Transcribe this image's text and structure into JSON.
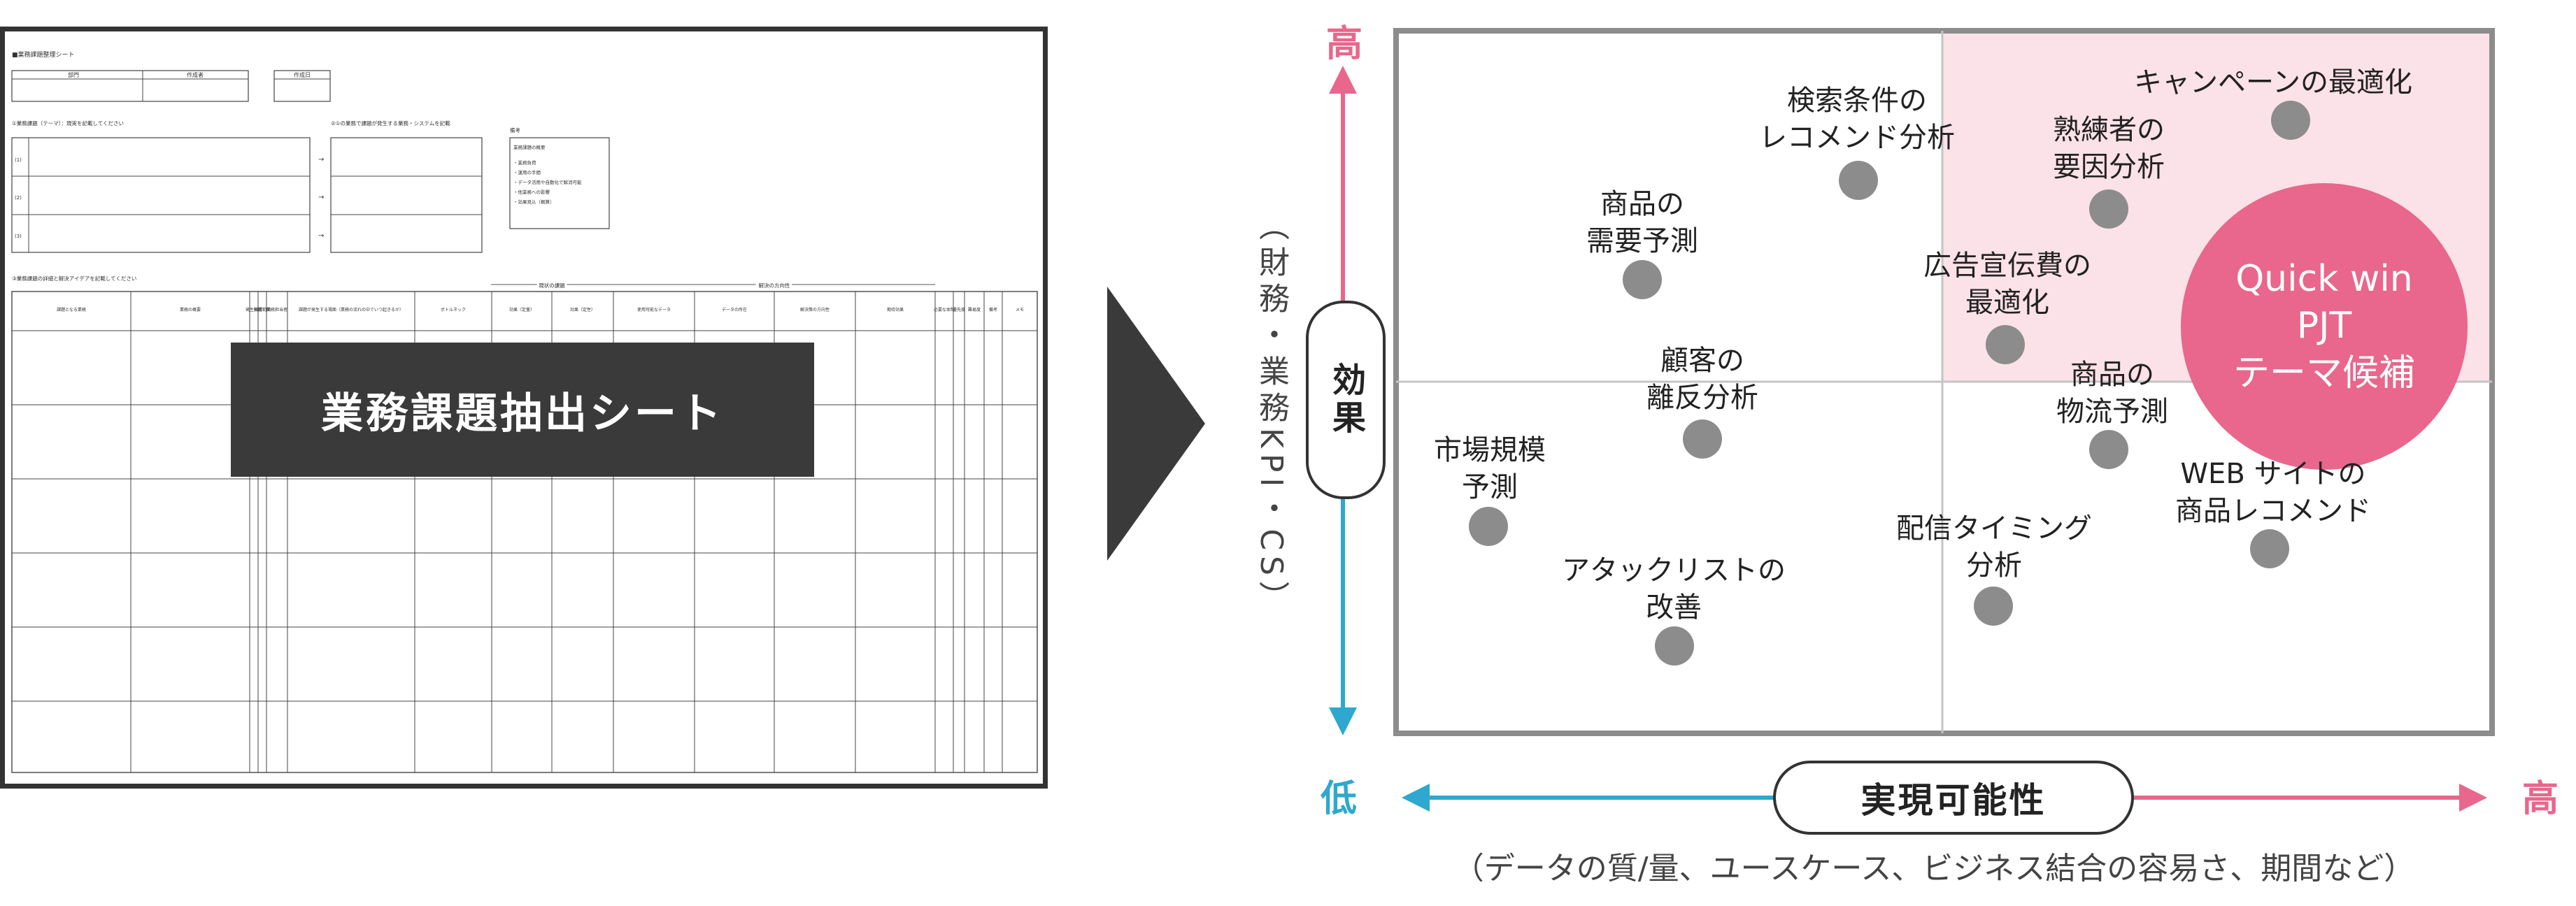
{
  "sheet": {
    "overlay_title": "業務課題抽出シート",
    "header_text": "■業務課題整理シート",
    "small_labels": [
      "部門",
      "作成者",
      "作成日"
    ],
    "section_a": "①業務課題（テーマ）：現実を記載してください",
    "section_b": "②①の業務で課題が発生する業務・システムを記載",
    "memo_title": "備考",
    "memo_lines": [
      "業務課題の概要",
      "・業務負荷",
      "・運用の手間",
      "・データ活用や自動化で解消可能",
      "・他業務への影響",
      "・効果見込（概算）"
    ],
    "row_markers": [
      "(1)",
      "(2)",
      "(3)"
    ],
    "section_c": "③業務課題の詳細と解決アイデアを記載してください",
    "group_1": "現状の課題",
    "group_2": "解決の方向性",
    "col_headers": [
      "課題となる業務",
      "業務の概要",
      "発生頻度",
      "影響範囲",
      "業務担当者",
      "課題が発生する場面（業務の流れの中でいつ起きるか）",
      "ボトルネック",
      "効果（定量）",
      "効果（定性）",
      "使用可能なデータ",
      "データの所在",
      "解決策の方向性",
      "期待効果",
      "必要な体制",
      "優先度",
      "難易度",
      "備考",
      "メモ"
    ]
  },
  "matrix": {
    "y_axis": {
      "label": "効果",
      "sub": "（財務・業務KPI・CS）",
      "high": "高"
    },
    "x_axis": {
      "label": "実現可能性",
      "sub": "（データの質/量、ユースケース、ビジネス結合の容易さ、期間など）",
      "low": "低",
      "high": "高"
    },
    "quick_win": {
      "line1": "Quick win",
      "line2": "PJT",
      "line3": "テーマ候補"
    },
    "items": [
      {
        "line1": "検索条件の",
        "line2": "レコメンド分析"
      },
      {
        "line1": "キャンペーンの最適化",
        "line2": ""
      },
      {
        "line1": "熟練者の",
        "line2": "要因分析"
      },
      {
        "line1": "商品の",
        "line2": "需要予測"
      },
      {
        "line1": "広告宣伝費の",
        "line2": "最適化"
      },
      {
        "line1": "顧客の",
        "line2": "離反分析"
      },
      {
        "line1": "商品の",
        "line2": "物流予測"
      },
      {
        "line1": "市場規模",
        "line2": "予測"
      },
      {
        "line1": "WEB サイトの",
        "line2": "商品レコメンド"
      },
      {
        "line1": "配信タイミング",
        "line2": "分析"
      },
      {
        "line1": "アタックリストの",
        "line2": "改善"
      }
    ]
  },
  "colors": {
    "pink": "#e9668c",
    "pink_light": "#fbe1e8",
    "blue": "#2ea8cf",
    "gray": "#8c8c8c",
    "dark": "#333333"
  }
}
